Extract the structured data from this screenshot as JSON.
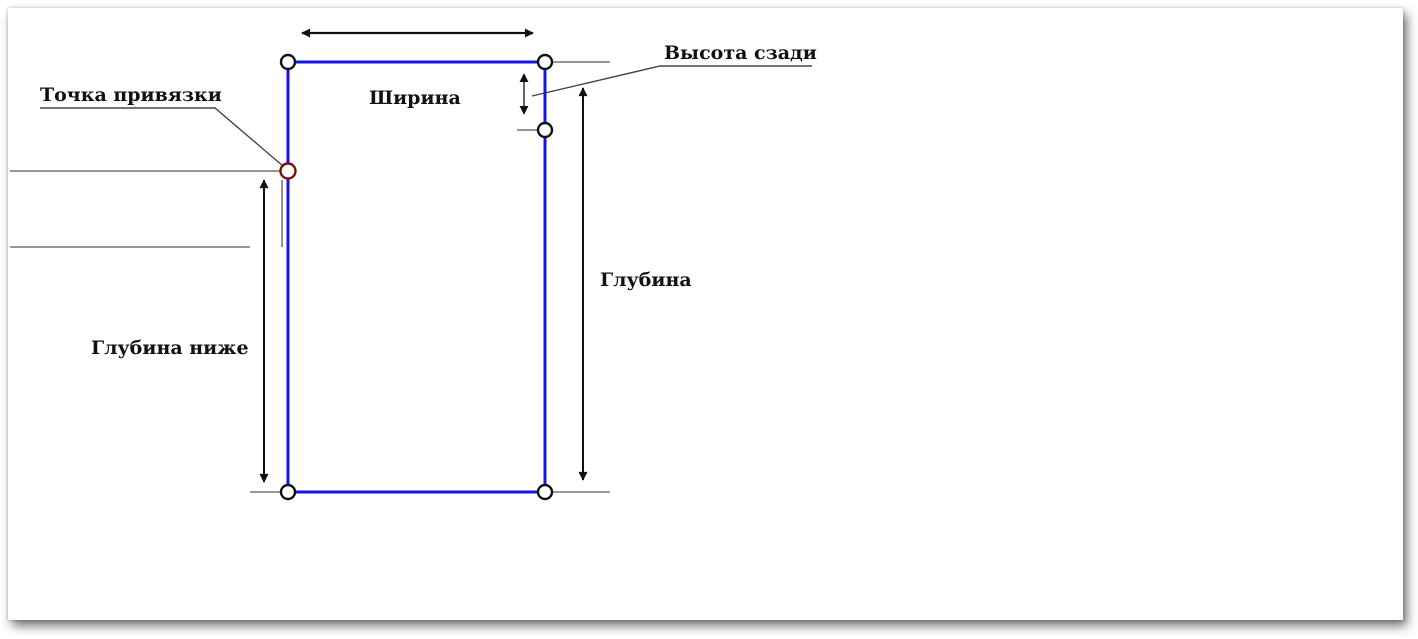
{
  "labels": {
    "anchor_point": "Точка привязки",
    "width": "Ширина",
    "back_height": "Высота сзади",
    "depth": "Глубина",
    "depth_below": "Глубина ниже"
  },
  "colors": {
    "outline": "#1515e6",
    "dimension": "#111111",
    "extension": "#777777",
    "anchor_marker": "#7a1010"
  }
}
